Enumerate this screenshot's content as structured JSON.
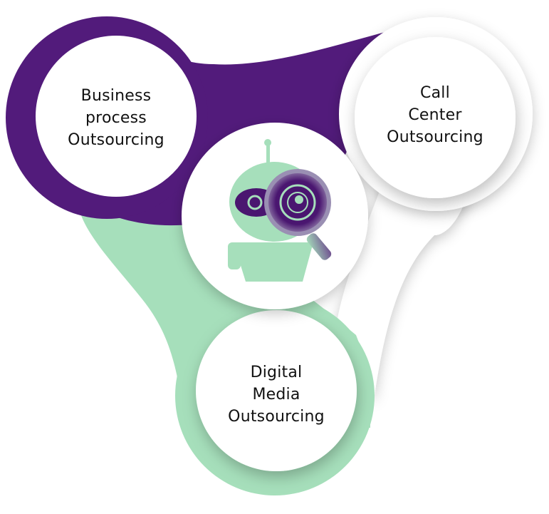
{
  "diagram": {
    "title": "",
    "colors": {
      "purple": "#521b7b",
      "green": "#a6dfbb",
      "white_ring": "#ffffff",
      "inner": "#ffffff",
      "text": "#111111",
      "robot_body": "#a6dfbb",
      "robot_eye": "#4a1670"
    },
    "center": {
      "icon": "robot-magnifier-icon",
      "label": "AI bot with magnifying glass"
    },
    "nodes": [
      {
        "id": "bpo",
        "label": "Business\nprocess\nOutsourcing",
        "ring_color": "purple"
      },
      {
        "id": "call-center",
        "label": "Call\nCenter\nOutsourcing",
        "ring_color": "white"
      },
      {
        "id": "digital-media",
        "label": "Digital\nMedia\nOutsourcing",
        "ring_color": "green"
      }
    ]
  }
}
